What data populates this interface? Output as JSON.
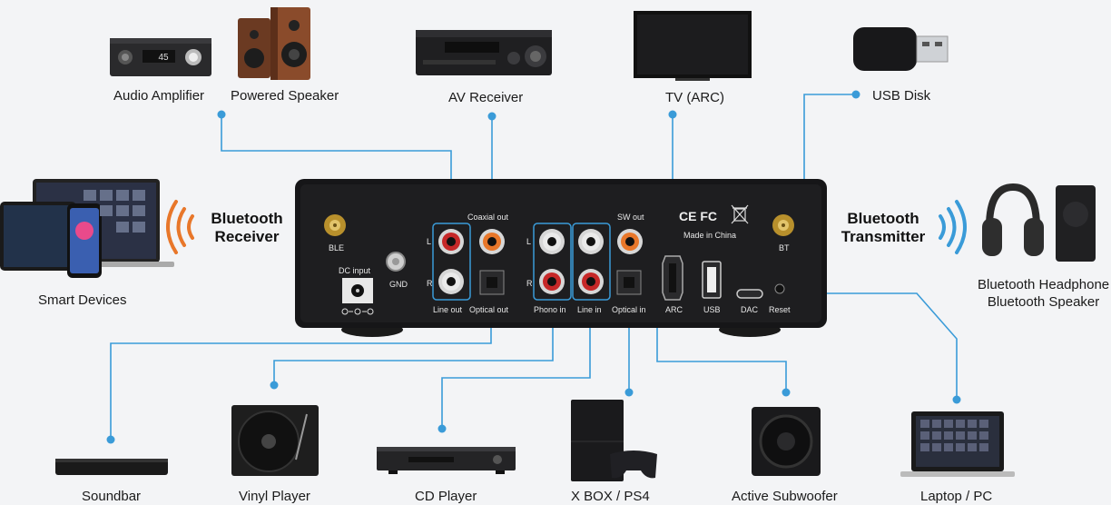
{
  "devices_top": {
    "audio_amplifier": "Audio Amplifier",
    "powered_speaker": "Powered Speaker",
    "av_receiver": "AV Receiver",
    "tv": "TV (ARC)",
    "usb_disk": "USB Disk"
  },
  "devices_side": {
    "smart_devices": "Smart Devices",
    "bt_headphone_line1": "Bluetooth Headphone",
    "bt_headphone_line2": "Bluetooth Speaker"
  },
  "bluetooth": {
    "receiver_line1": "Bluetooth",
    "receiver_line2": "Receiver",
    "transmitter_line1": "Bluetooth",
    "transmitter_line2": "Transmitter"
  },
  "devices_bottom": {
    "soundbar": "Soundbar",
    "vinyl_player": "Vinyl Player",
    "cd_player": "CD Player",
    "xbox_ps4": "X BOX / PS4",
    "active_subwoofer": "Active Subwoofer",
    "laptop_pc": "Laptop / PC"
  },
  "panel_labels": {
    "ble": "BLE",
    "dc_input": "DC input",
    "gnd": "GND",
    "coaxial_out": "Coaxial out",
    "line_out": "Line out",
    "optical_out": "Optical out",
    "phono_in": "Phono in",
    "line_in": "Line in",
    "optical_in": "Optical in",
    "sw_out": "SW out",
    "arc": "ARC",
    "usb": "USB",
    "dac": "DAC",
    "reset": "Reset",
    "bt": "BT",
    "made_in_china": "Made in China",
    "cert_marks": "CE FC",
    "ch_left": "L",
    "ch_right": "R",
    "amp_display": "45"
  },
  "colors": {
    "line_blue": "#3a9bd8",
    "panel": "#1b1b1d",
    "accent_orange": "#e8772a"
  }
}
